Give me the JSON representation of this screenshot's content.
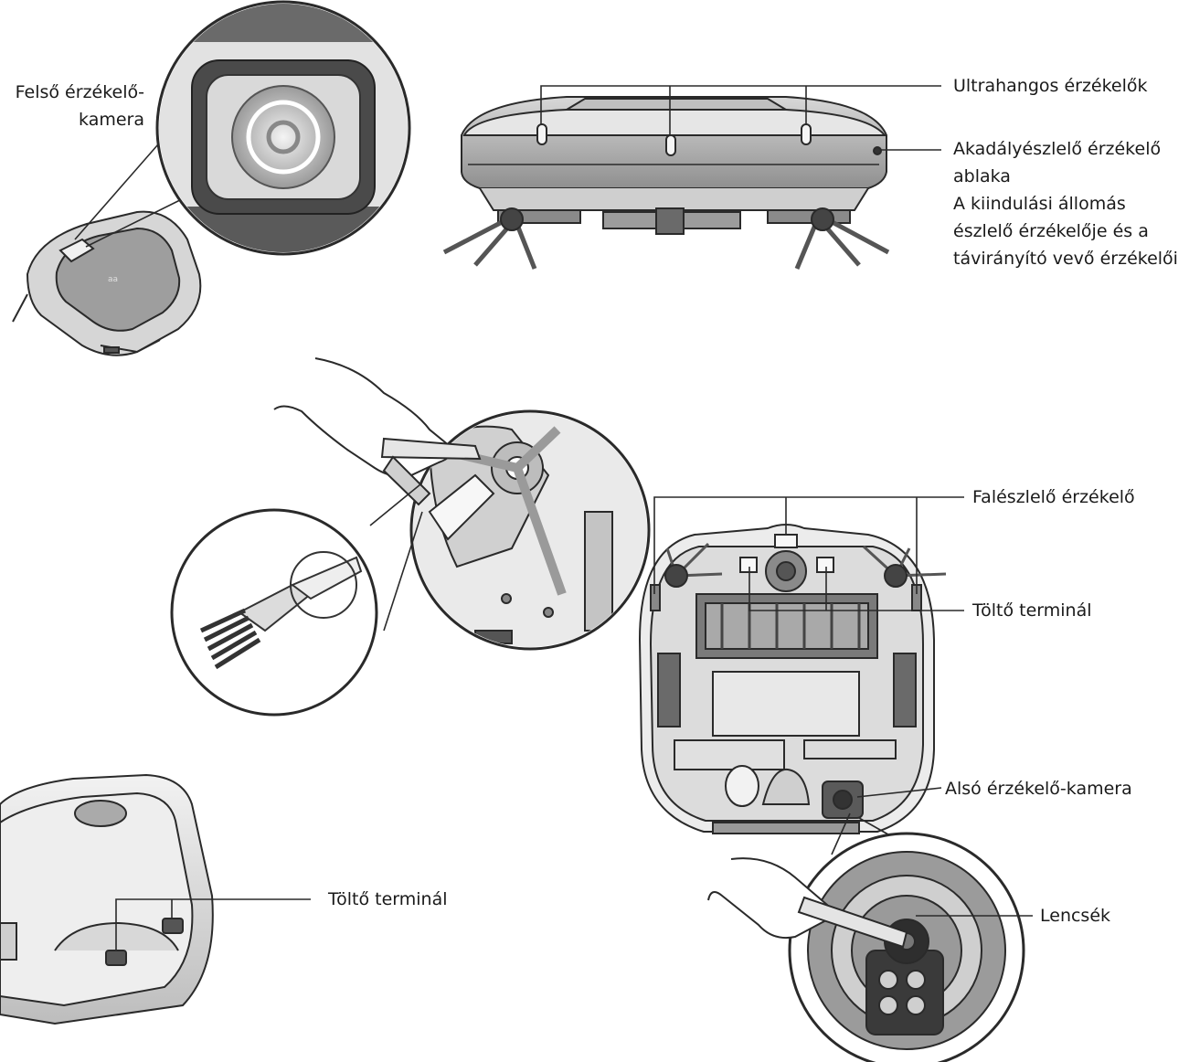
{
  "labels": {
    "top_camera": [
      "Felső érzékelő-",
      "kamera"
    ],
    "ultrasonic": "Ultrahangos érzékelők",
    "obstacle": [
      "Akadályészlelő érzékelő",
      "ablaka",
      "A kiindulási állomás",
      "észlelő érzékelője és a",
      "távirányító vevő érzékelői"
    ],
    "cliff": "Falészlelő érzékelő",
    "charge_robot": "Töltő terminál",
    "bottom_camera": "Alsó érzékelő-kamera",
    "charge_station": "Töltő terminál",
    "lenses": "Lencsék"
  },
  "colors": {
    "line": "#2a2a2a",
    "body_light": "#e3e3e3",
    "body_mid": "#c9c9c9",
    "body_dark": "#6e6e6e",
    "panel": "#a8a8a8"
  }
}
